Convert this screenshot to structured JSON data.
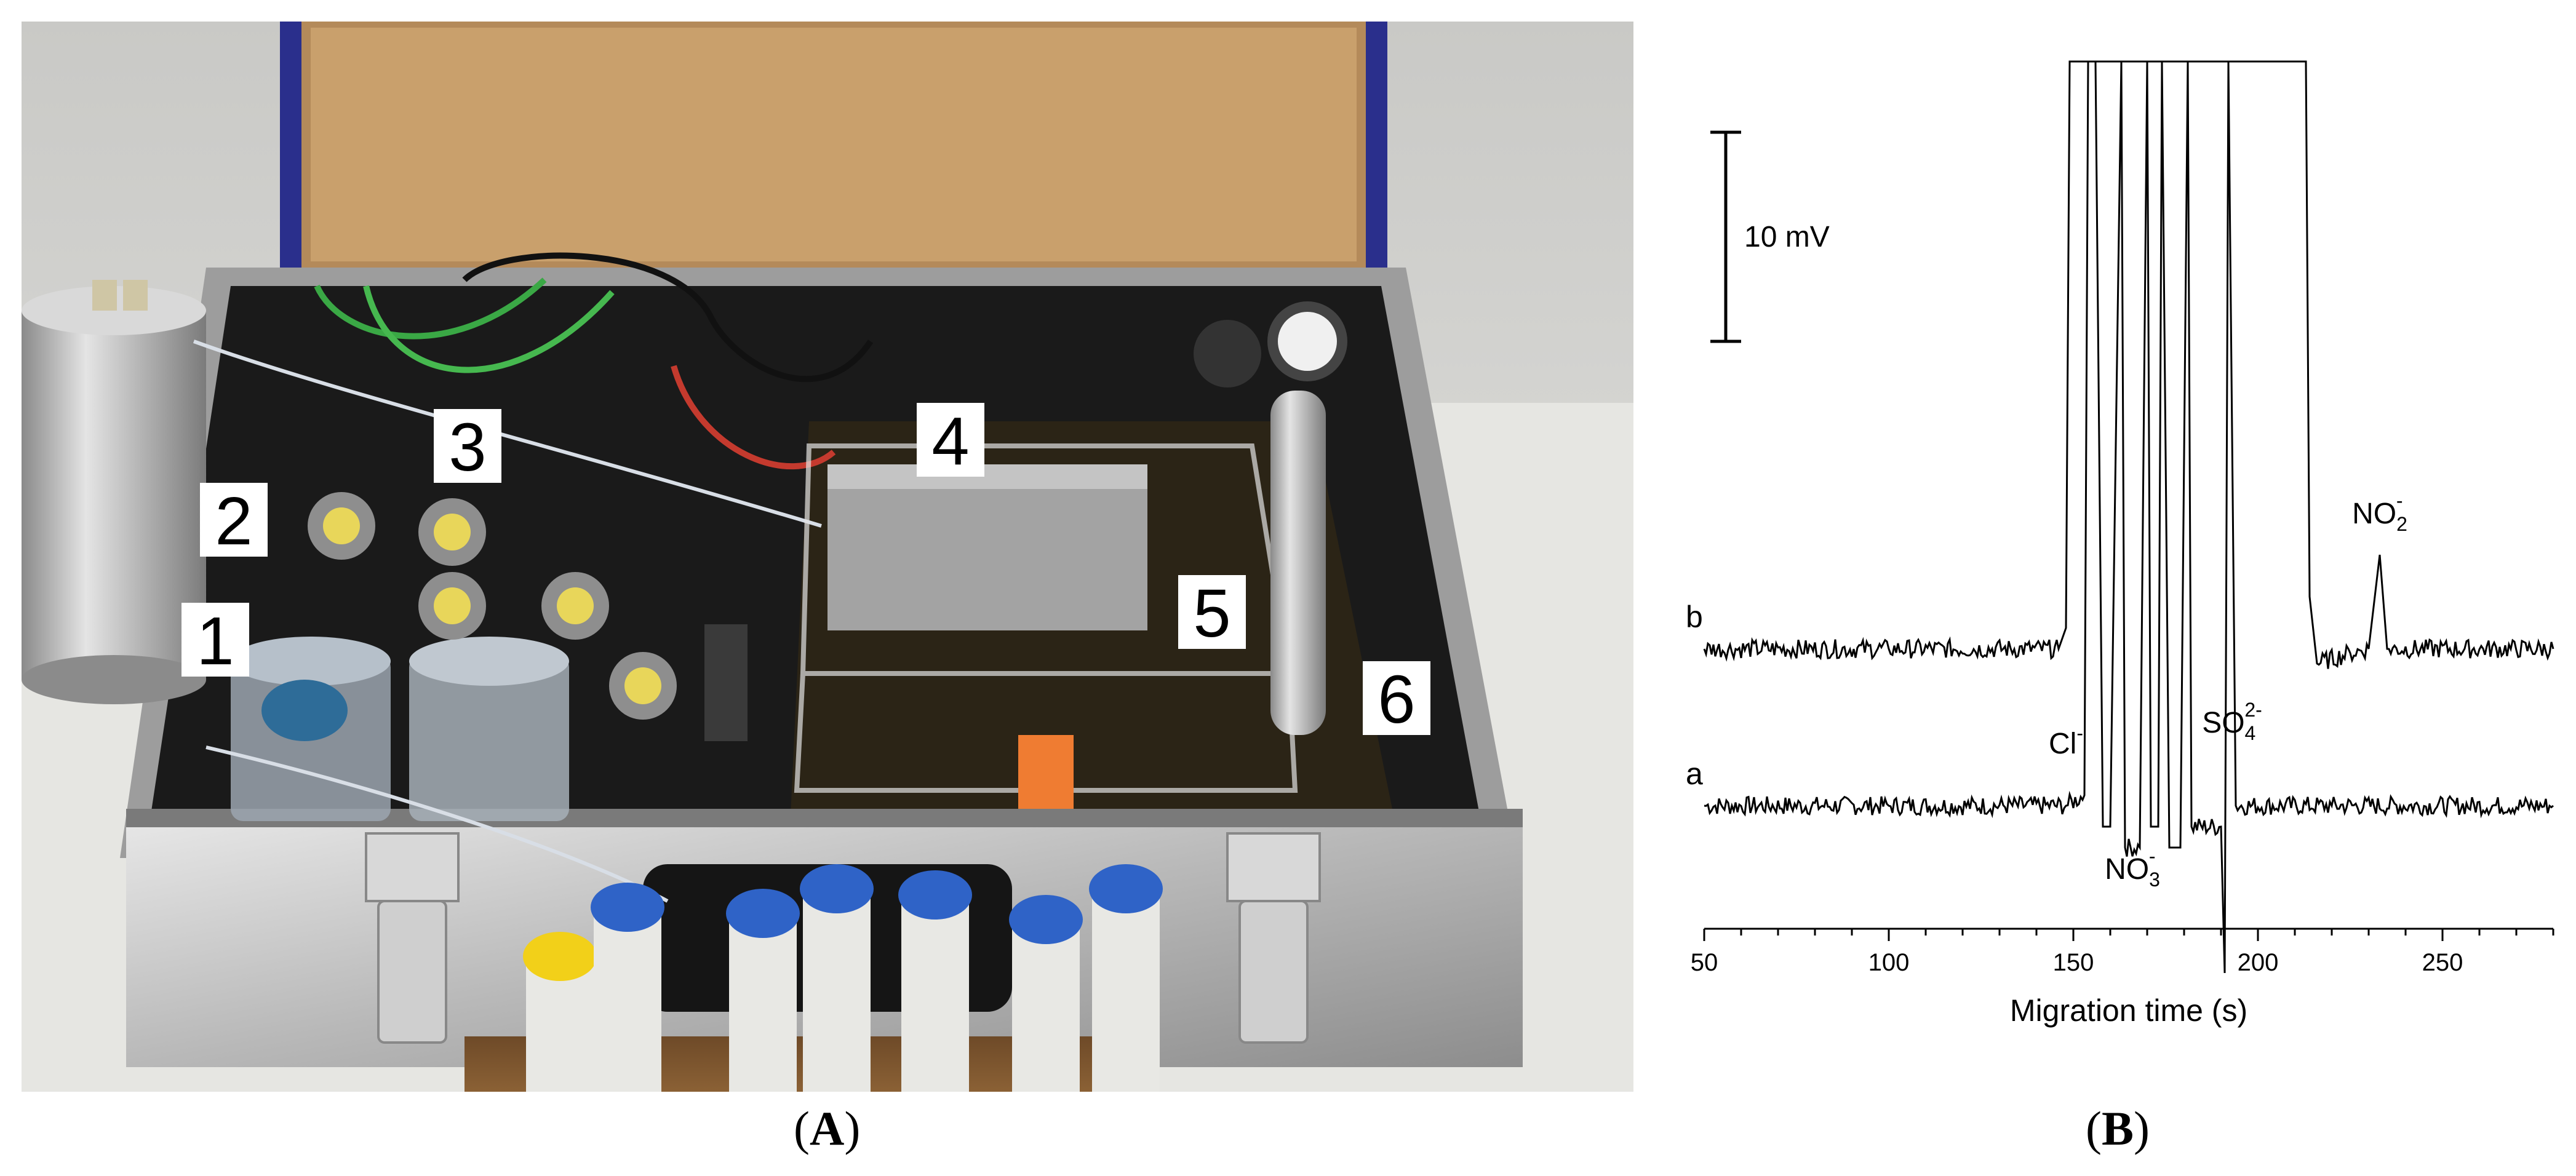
{
  "figure": {
    "panel_a": {
      "label_open": "(",
      "label_letter": "A",
      "label_close": ")",
      "callouts": [
        "1",
        "2",
        "3",
        "4",
        "5",
        "6"
      ]
    },
    "panel_b": {
      "label_open": "(",
      "label_letter": "B",
      "label_close": ")"
    }
  },
  "chart_data": {
    "type": "line",
    "xlabel": "Migration time (s)",
    "xlim": [
      50,
      280
    ],
    "xticks": [
      50,
      100,
      150,
      200,
      250
    ],
    "scale_bar": {
      "label": "10 mV",
      "value_mv": 10
    },
    "series": [
      {
        "name": "a",
        "baseline_mv": 0,
        "points": [
          [
            50,
            0
          ],
          [
            100,
            0
          ],
          [
            148,
            0
          ],
          [
            153,
            0.5
          ],
          [
            154,
            60
          ],
          [
            156,
            60
          ],
          [
            158,
            -1
          ],
          [
            160,
            -1
          ],
          [
            163,
            60
          ],
          [
            164,
            -2
          ],
          [
            168,
            -2
          ],
          [
            170,
            60
          ],
          [
            171,
            -1
          ],
          [
            173,
            -1
          ],
          [
            174,
            60
          ],
          [
            176,
            -2
          ],
          [
            179,
            -2
          ],
          [
            181,
            60
          ],
          [
            182,
            -1
          ],
          [
            190,
            -1
          ],
          [
            191,
            -8
          ],
          [
            192,
            60
          ],
          [
            194,
            0
          ],
          [
            220,
            0
          ],
          [
            280,
            0
          ]
        ]
      },
      {
        "name": "b",
        "baseline_mv": 7.5,
        "points": [
          [
            50,
            7.5
          ],
          [
            100,
            7.5
          ],
          [
            146,
            7.5
          ],
          [
            148,
            8.5
          ],
          [
            149,
            60
          ],
          [
            152,
            60
          ],
          [
            163,
            60
          ],
          [
            170,
            60
          ],
          [
            174,
            60
          ],
          [
            181,
            60
          ],
          [
            190,
            60
          ],
          [
            213,
            60
          ],
          [
            214,
            10
          ],
          [
            216,
            6.8
          ],
          [
            225,
            7.3
          ],
          [
            230,
            7.5
          ],
          [
            233,
            12
          ],
          [
            235,
            7.5
          ],
          [
            280,
            7.5
          ]
        ]
      }
    ],
    "annotations": [
      {
        "text": "Cl",
        "sup": "-",
        "sub": "",
        "x": 148,
        "y_mv": 2.5
      },
      {
        "text": "NO",
        "sup": "-",
        "sub": "3",
        "x": 166,
        "y_mv": -3.5
      },
      {
        "text": "SO",
        "sup": "2-",
        "sub": "4",
        "x": 193,
        "y_mv": 3.5
      },
      {
        "text": "NO",
        "sup": "-",
        "sub": "2",
        "x": 233,
        "y_mv": 13.5
      }
    ]
  }
}
